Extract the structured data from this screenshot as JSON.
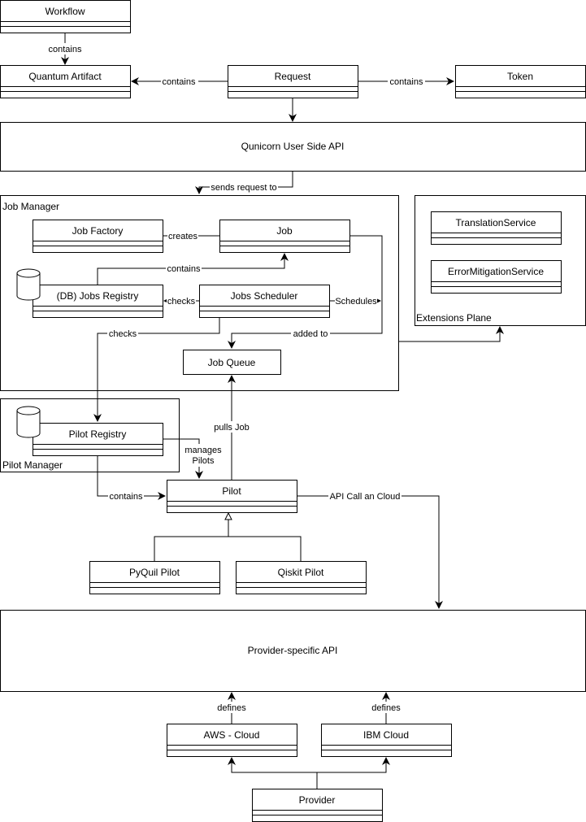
{
  "classes": {
    "workflow": "Workflow",
    "quantum_artifact": "Quantum Artifact",
    "request": "Request",
    "token": "Token",
    "user_api": "Qunicorn User Side API",
    "job_factory": "Job Factory",
    "job": "Job",
    "jobs_registry": "(DB) Jobs Registry",
    "jobs_scheduler": "Jobs Scheduler",
    "job_queue": "Job Queue",
    "translation_service": "TranslationService",
    "error_mitigation_service": "ErrorMitigationService",
    "pilot_registry": "Pilot Registry",
    "pilot": "Pilot",
    "pyquil_pilot": "PyQuil Pilot",
    "qiskit_pilot": "Qiskit Pilot",
    "provider_api": "Provider-specific API",
    "aws_cloud": "AWS - Cloud",
    "ibm_cloud": "IBM Cloud",
    "provider": "Provider"
  },
  "containers": {
    "job_manager": "Job Manager",
    "extensions_plane": "Extensions Plane",
    "pilot_manager": "Pilot Manager"
  },
  "edges": {
    "workflow_contains": "contains",
    "request_contains_artifact": "contains",
    "request_contains_token": "contains",
    "sends_request_to": "sends request to",
    "creates": "creates",
    "registry_contains_job": "contains",
    "scheduler_checks_registry": "checks",
    "schedules": "Schedules",
    "added_to": "added to",
    "checks_pilot_registry": "checks",
    "pulls_job": "pulls Job",
    "manages_pilots_1": "manages",
    "manages_pilots_2": "Pilots",
    "registry_contains_pilot": "contains",
    "api_call": "API Call an Cloud",
    "aws_defines": "defines",
    "ibm_defines": "defines"
  }
}
